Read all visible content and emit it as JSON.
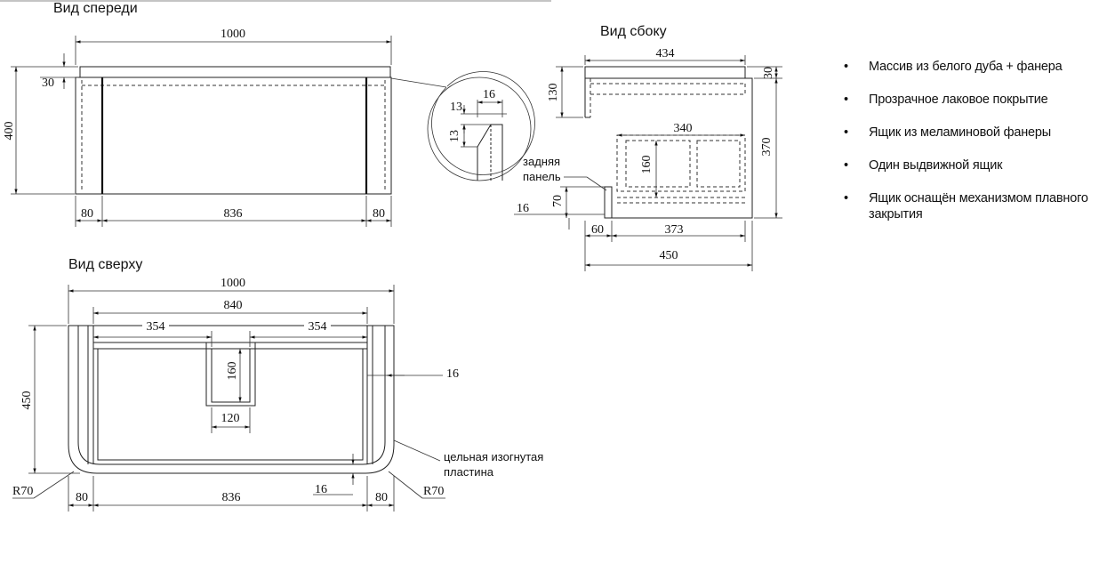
{
  "titles": {
    "front": "Вид спереди",
    "side": "Вид сбоку",
    "top": "Вид сверху"
  },
  "front_view": {
    "width_total": "1000",
    "height": "400",
    "top_thickness": "30",
    "left_part": "80",
    "middle_part": "836",
    "right_part": "80",
    "detail_width": "16",
    "detail_height_top": "13",
    "detail_height_side": "13"
  },
  "side_view": {
    "depth_top": "434",
    "top_thickness": "30",
    "height_top_block": "130",
    "body_height": "370",
    "drawer_width": "340",
    "drawer_height": "160",
    "back_panel_height": "70",
    "bottom_thickness": "16",
    "back_offset": "60",
    "drawer_depth": "373",
    "depth_total": "450",
    "back_panel_label": "задняя панель"
  },
  "top_view": {
    "width_total": "1000",
    "inner_width": "840",
    "left_inner": "354",
    "right_inner": "354",
    "depth": "450",
    "cutout_depth": "160",
    "cutout_width": "120",
    "wall_thickness": "16",
    "wall_thickness_bottom": "16",
    "radius_left": "R70",
    "radius_right": "R70",
    "left_part": "80",
    "middle_part": "836",
    "right_part": "80",
    "plate_label_line1": "цельная изогнутая",
    "plate_label_line2": "пластина"
  },
  "features": [
    {
      "icon": "bullet-icon",
      "text": "Массив из белого дуба + фанера"
    },
    {
      "icon": "bullet-icon",
      "text": "Прозрачное лаковое покрытие"
    },
    {
      "icon": "bullet-icon",
      "text": "Ящик из меламиновой фанеры"
    },
    {
      "icon": "bullet-icon",
      "text": "Один выдвижной ящик"
    },
    {
      "icon": "bullet-icon",
      "text": "Ящик оснащён механизмом плавного закрытия"
    }
  ],
  "bullet_char": "•"
}
